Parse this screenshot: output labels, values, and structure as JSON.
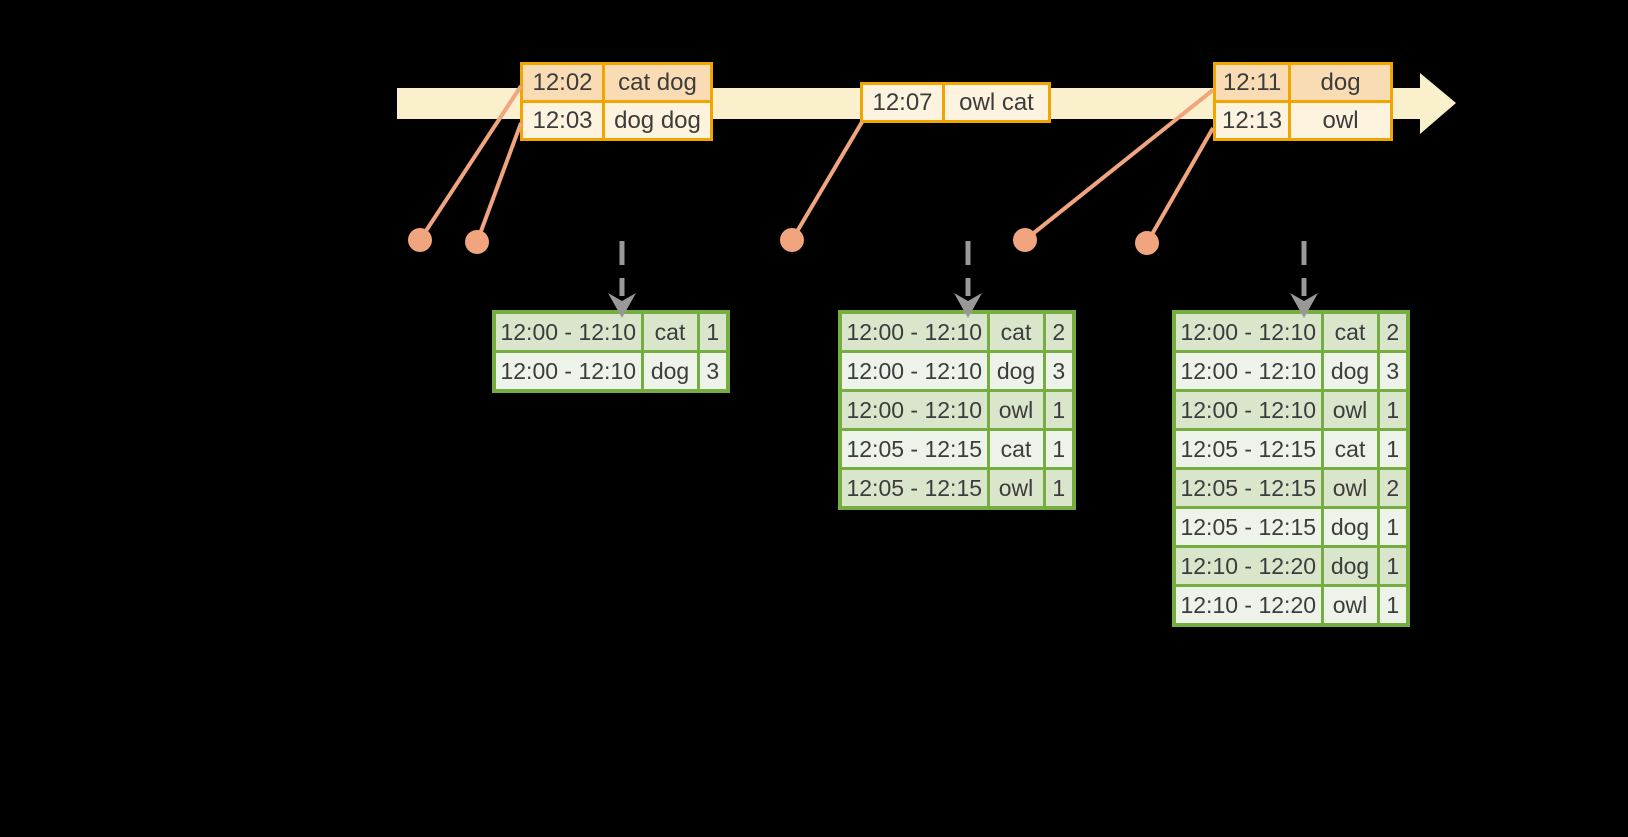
{
  "colors": {
    "timeline": "#faf0cb",
    "event_border": "#f0a500",
    "event_row_dark": "#fadcb4",
    "event_row_light": "#fdf3df",
    "connector": "#f0a57e",
    "arrow": "#999999",
    "table_border": "#76ad40",
    "table_row_dark": "#d9e6cc",
    "table_row_light": "#eef3e9",
    "text": "#3c3c3c"
  },
  "icons": {
    "timeline_arrow": "right-arrow",
    "trigger_arrow": "dashed-down-arrow",
    "event_marker": "dot"
  },
  "event_boxes": [
    {
      "rows": [
        [
          "12:02",
          "cat dog"
        ],
        [
          "12:03",
          "dog dog"
        ]
      ]
    },
    {
      "rows": [
        [
          "12:07",
          "owl cat"
        ]
      ]
    },
    {
      "rows": [
        [
          "12:11",
          "dog"
        ],
        [
          "12:13",
          "owl"
        ]
      ]
    }
  ],
  "result_tables": [
    {
      "rows": [
        [
          "12:00 - 12:10",
          "cat",
          "1"
        ],
        [
          "12:00 - 12:10",
          "dog",
          "3"
        ]
      ]
    },
    {
      "rows": [
        [
          "12:00 - 12:10",
          "cat",
          "2"
        ],
        [
          "12:00 - 12:10",
          "dog",
          "3"
        ],
        [
          "12:00 - 12:10",
          "owl",
          "1"
        ],
        [
          "12:05 - 12:15",
          "cat",
          "1"
        ],
        [
          "12:05 - 12:15",
          "owl",
          "1"
        ]
      ]
    },
    {
      "rows": [
        [
          "12:00 - 12:10",
          "cat",
          "2"
        ],
        [
          "12:00 - 12:10",
          "dog",
          "3"
        ],
        [
          "12:00 - 12:10",
          "owl",
          "1"
        ],
        [
          "12:05 - 12:15",
          "cat",
          "1"
        ],
        [
          "12:05 - 12:15",
          "owl",
          "2"
        ],
        [
          "12:05 - 12:15",
          "dog",
          "1"
        ],
        [
          "12:10 - 12:20",
          "dog",
          "1"
        ],
        [
          "12:10 - 12:20",
          "owl",
          "1"
        ]
      ]
    }
  ]
}
